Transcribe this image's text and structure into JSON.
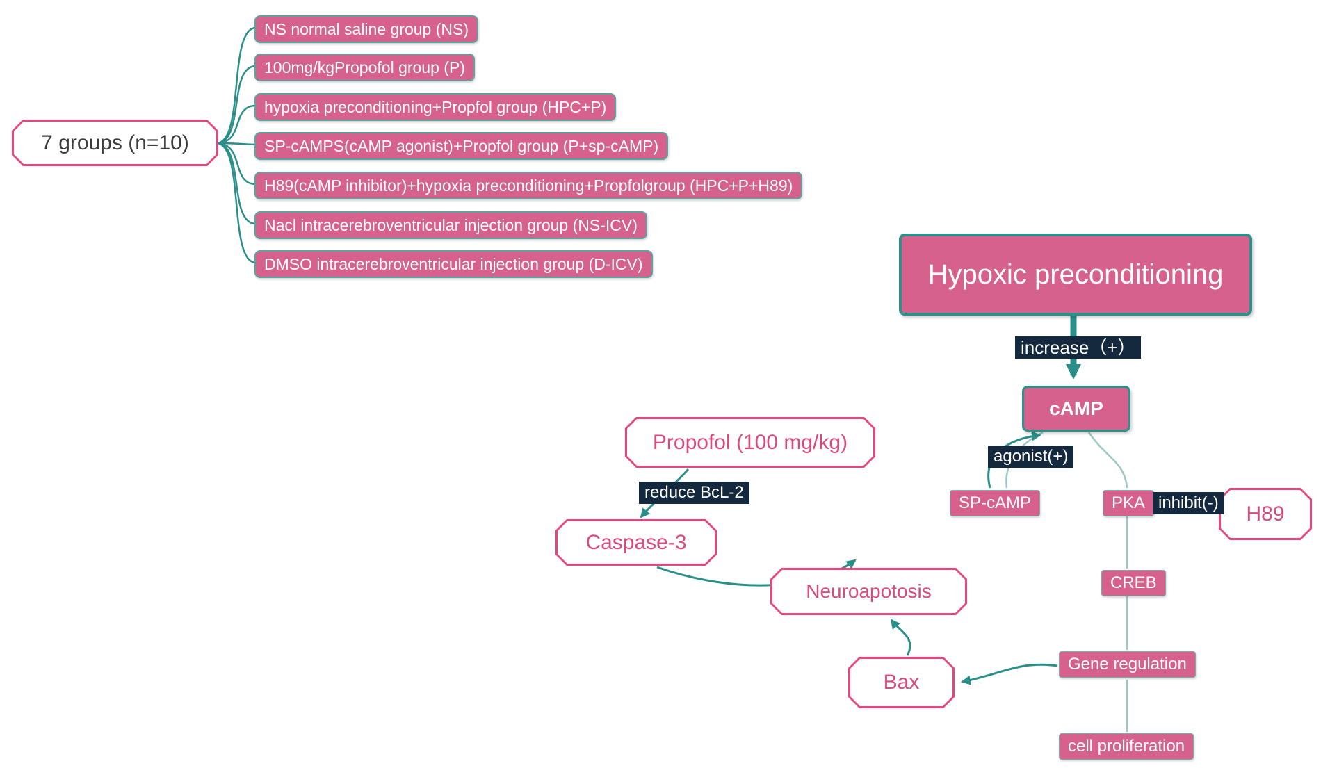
{
  "colors": {
    "pink": "#d6618c",
    "pink_border": "#e8457c",
    "pink_text": "#d94a7e",
    "teal": "#2b8f89",
    "teal_light": "#9cc8c4",
    "navy": "#14293d"
  },
  "groups": {
    "root_label": "7 groups (n=10)",
    "items": [
      {
        "label": "NS normal saline group (NS)"
      },
      {
        "label": "100mg/kgPropofol group (P)"
      },
      {
        "label": "hypoxia preconditioning+Propfol group (HPC+P)"
      },
      {
        "label": "SP-cAMPS(cAMP agonist)+Propfol group (P+sp-cAMP)"
      },
      {
        "label": "H89(cAMP inhibitor)+hypoxia preconditioning+Propfolgroup (HPC+P+H89)"
      },
      {
        "label": "Nacl intracerebroventricular injection group (NS-ICV)"
      },
      {
        "label": "DMSO intracerebroventricular injection group (D-ICV)"
      }
    ]
  },
  "pathway": {
    "hypoxic_label": "Hypoxic preconditioning",
    "increase_label": "increase（+）",
    "camp_label": "cAMP",
    "agonist_label": "agonist(+)",
    "sp_camp_label": "SP-cAMP",
    "pka_label": "PKA",
    "inhibit_label": "inhibit(-)",
    "h89_label": "H89",
    "creb_label": "CREB",
    "gene_regulation_label": "Gene regulation",
    "cell_proliferation_label": "cell proliferation",
    "bax_label": "Bax",
    "neuroapoptosis_label": "Neuroapotosis",
    "propofol_label": "Propofol (100 mg/kg)",
    "reduce_label": "reduce BcL-2",
    "caspase3_label": "Caspase-3"
  }
}
